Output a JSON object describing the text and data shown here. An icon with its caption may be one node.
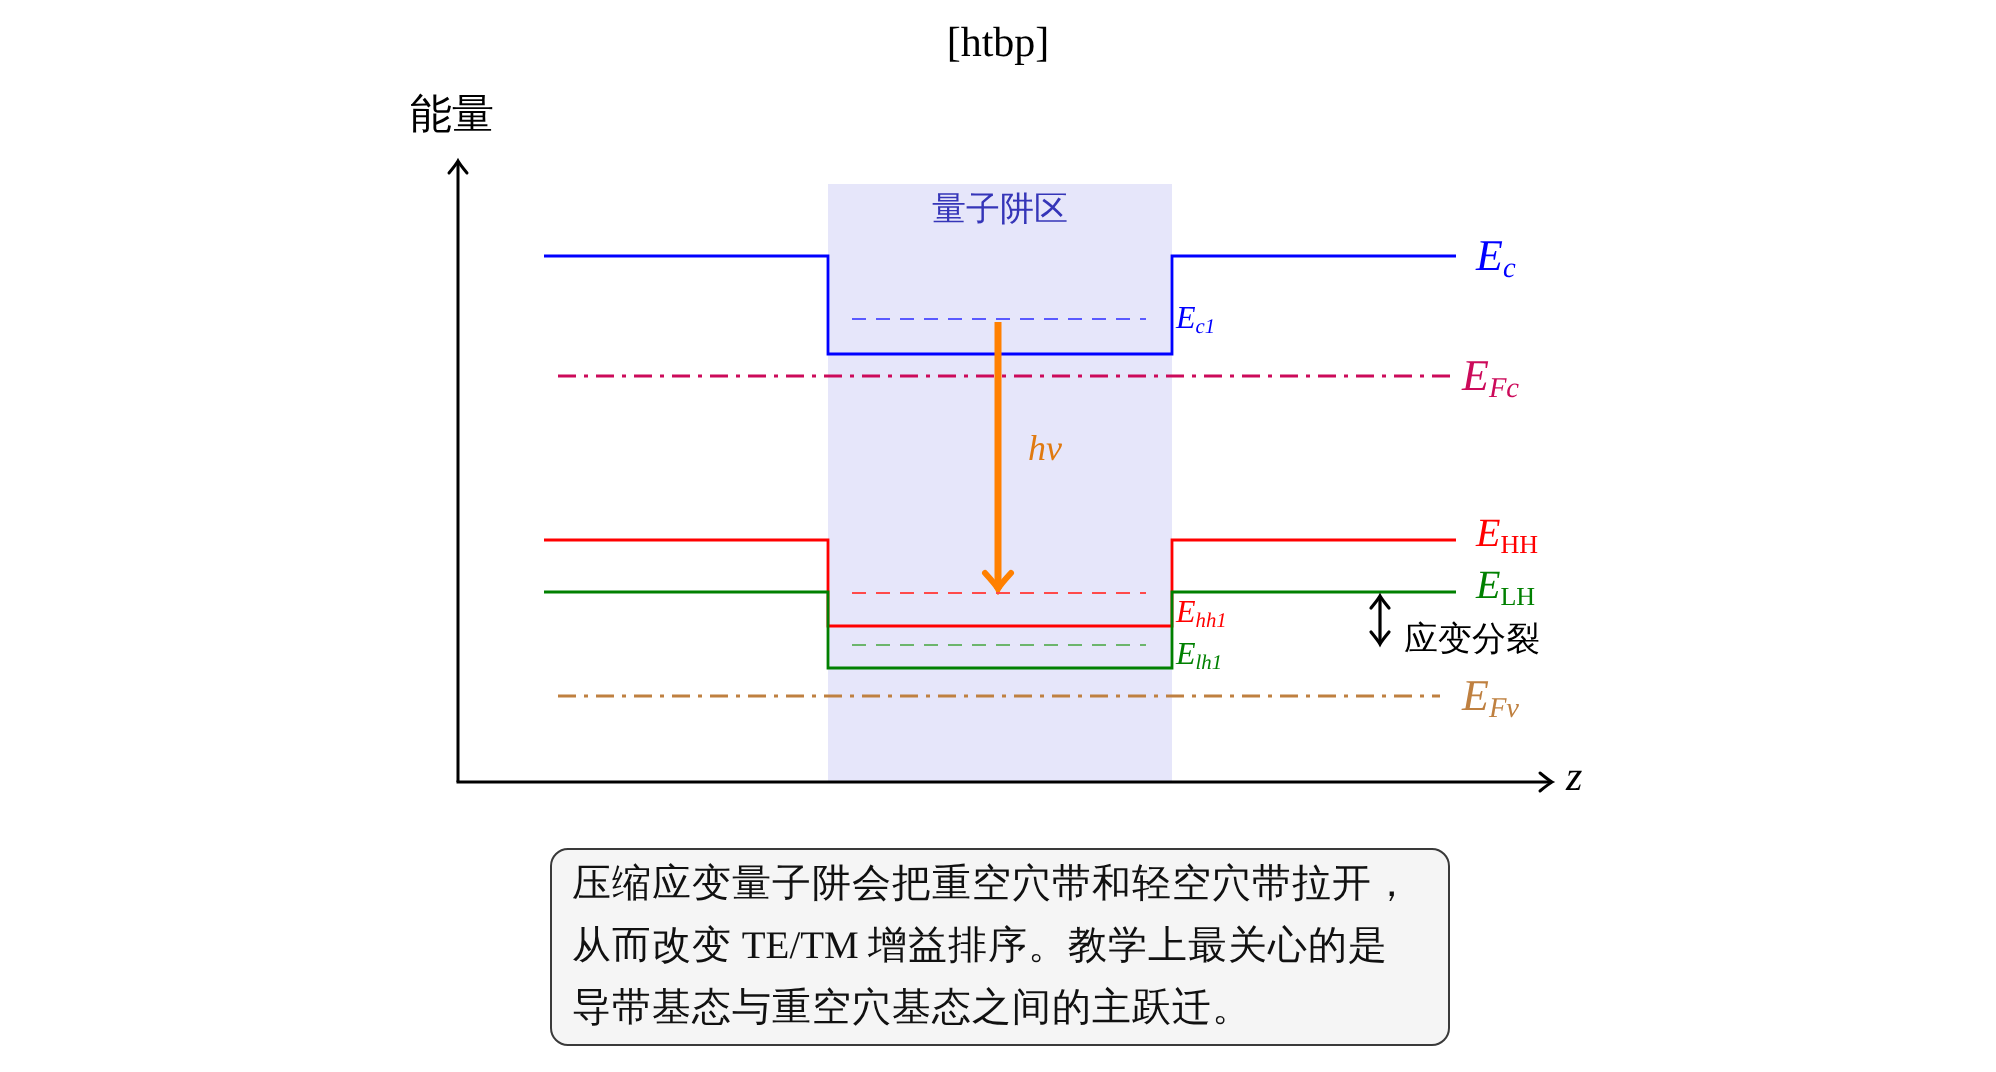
{
  "diagram": {
    "title": "[htbp]",
    "nodes": [
      {
        "text": [
          "量子阱区"
        ]
      },
      {
        "text": [],
        "shape": "line",
        "in": 0,
        "beside": [
          "E$_{c1}$"
        ]
      },
      {
        "text": [],
        "shape": "line",
        "in": 0,
        "beside": [
          "E$_{hh1}$"
        ]
      },
      {
        "text": [],
        "shape": "line",
        "in": 0,
        "beside": [
          "E$_{lh1}$"
        ]
      },
      {
        "text": [
          "压缩应变量子阱会把重空穴带和轻空穴带拉开，从而改变 TE/TM 增益排序。教学上最关心的是导带基态与重空穴基态之间的主跃迁。"
        ]
      }
    ],
    "edges": [
      {
        "from": 1,
        "to": 2,
        "arrow": "to",
        "label": "hν",
        "color": "#ff8000"
      }
    ],
    "labels": [
      "能量",
      "E$_{c}$",
      "E$_{Fc}$",
      "*E*$_{HH}$",
      "*E*$_{LH}$",
      "应变分裂",
      "E$_{Fv}$",
      "z"
    ]
  }
}
